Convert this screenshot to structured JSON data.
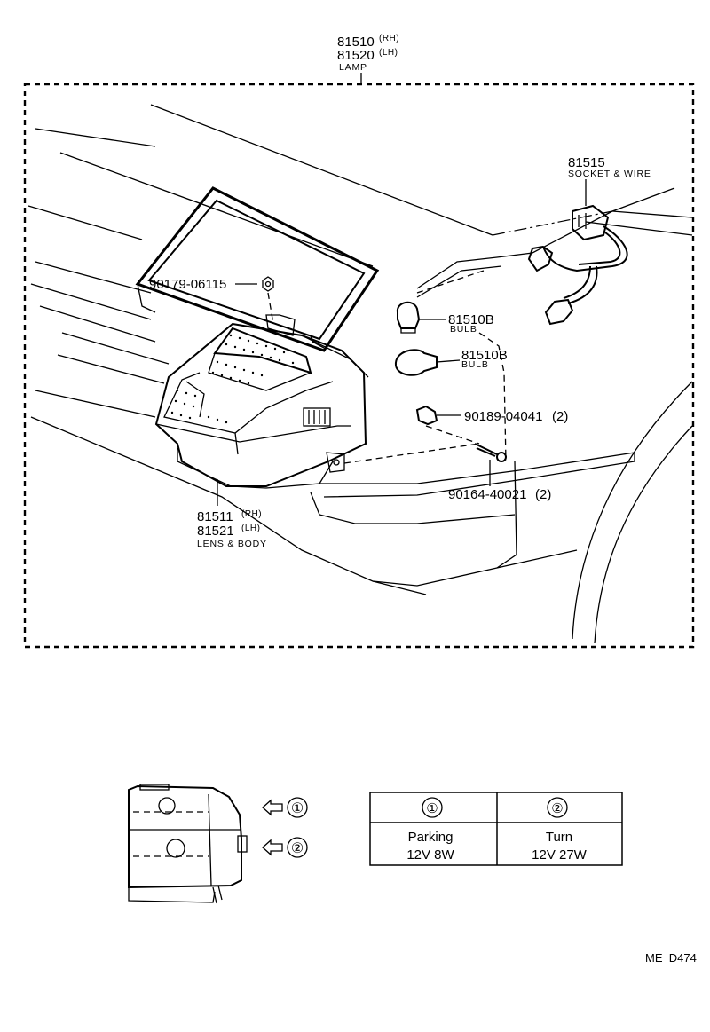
{
  "parts": {
    "lamp": {
      "rh": "81510",
      "rh_suffix": "(RH)",
      "lh": "81520",
      "lh_suffix": "(LH)",
      "name": "LAMP"
    },
    "socket": {
      "number": "81515",
      "name": "SOCKET & WIRE"
    },
    "nut": {
      "number": "90179-06115"
    },
    "bulb1": {
      "number": "81510B",
      "name": "BULB"
    },
    "bulb2": {
      "number": "81510B",
      "name": "BULB"
    },
    "clip": {
      "number": "90189-04041",
      "qty": "(2)"
    },
    "screw": {
      "number": "90164-40021",
      "qty": "(2)"
    },
    "lens": {
      "rh": "81511",
      "rh_suffix": "(RH)",
      "lh": "81521",
      "lh_suffix": "(LH)",
      "name": "LENS & BODY"
    }
  },
  "inset": {
    "markers": [
      "①",
      "②"
    ]
  },
  "bulb_table": {
    "headers": [
      "①",
      "②"
    ],
    "rows": [
      [
        "Parking",
        "Turn"
      ],
      [
        "12V 8W",
        "12V 27W"
      ]
    ]
  },
  "footer": {
    "code": "ME  D474"
  }
}
